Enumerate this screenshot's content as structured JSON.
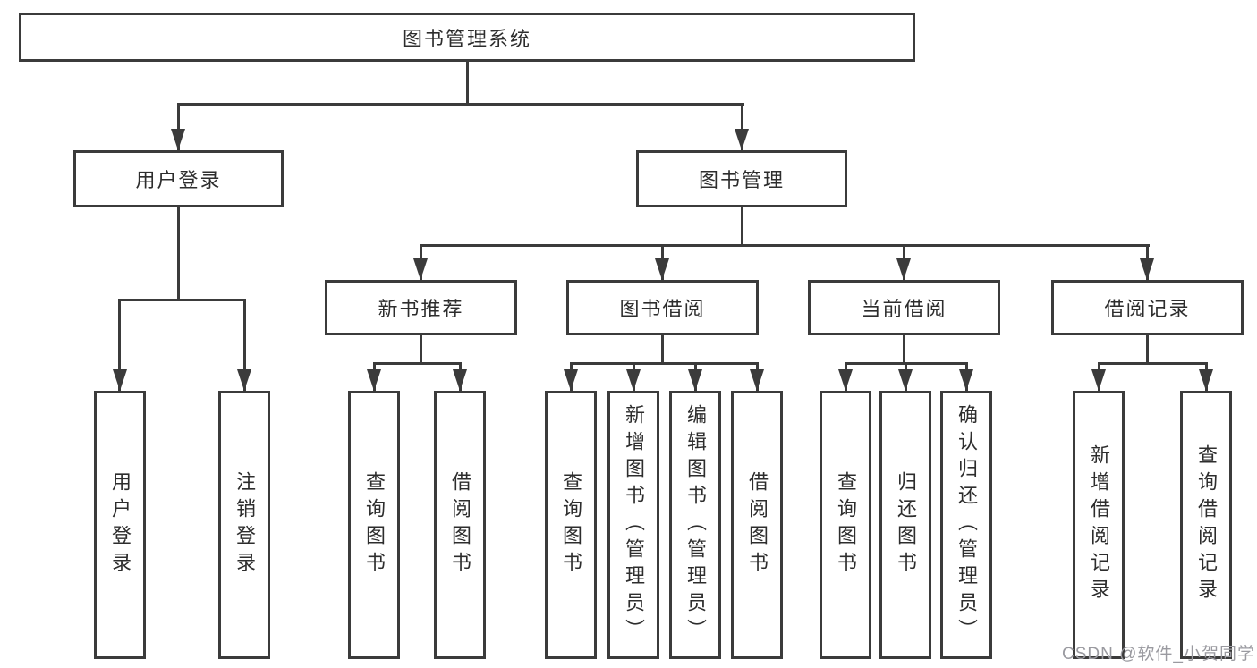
{
  "diagram": {
    "root": "图书管理系统",
    "login_branch": {
      "label": "用户登录",
      "children": [
        "用户登录",
        "注销登录"
      ]
    },
    "management_branch": {
      "label": "图书管理",
      "groups": [
        {
          "label": "新书推荐",
          "children": [
            "查询图书",
            "借阅图书"
          ]
        },
        {
          "label": "图书借阅",
          "children": [
            "查询图书",
            "新增图书（管理员）",
            "编辑图书（管理员）",
            "借阅图书"
          ]
        },
        {
          "label": "当前借阅",
          "children": [
            "查询图书",
            "归还图书",
            "确认归还（管理员）"
          ]
        },
        {
          "label": "借阅记录",
          "children": [
            "新增借阅记录",
            "查询借阅记录"
          ]
        }
      ]
    }
  },
  "watermark": "CSDN @软件_小贺同学",
  "colors": {
    "line": "#3b3b3b",
    "text": "#2d2d2d",
    "watermark_text": "#9a9aa0",
    "background": "#ffffff"
  }
}
